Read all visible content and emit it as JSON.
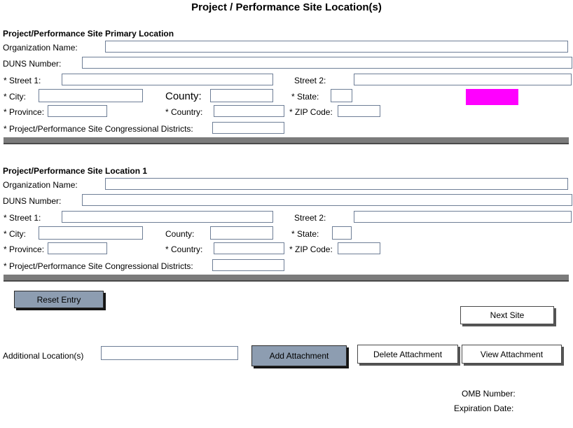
{
  "title": "Project / Performance Site Location(s)",
  "sections": [
    {
      "heading": "Project/Performance Site Primary Location"
    },
    {
      "heading": "Project/Performance Site Location 1"
    }
  ],
  "labels": {
    "organization_name": "Organization Name:",
    "duns_number": "DUNS Number:",
    "street1": "* Street 1:",
    "street2": "Street 2:",
    "city": "* City:",
    "county": "County:",
    "state": "* State:",
    "province": "* Province:",
    "country": "* Country:",
    "zip_code": "* ZIP Code:",
    "congressional_districts": "* Project/Performance Site Congressional Districts:"
  },
  "inputs": {
    "organization_name": "",
    "duns_number": "",
    "street1": "",
    "street2": "",
    "city": "",
    "county": "",
    "state": "",
    "province": "",
    "country": "",
    "zip_code": "",
    "congressional_districts": "",
    "additional_locations": ""
  },
  "buttons": {
    "reset_entry": "Reset Entry",
    "next_site": "Next Site",
    "add_attachment": "Add Attachment",
    "delete_attachment": "Delete Attachment",
    "view_attachment": "View Attachment"
  },
  "additional_locations": {
    "label": "Additional Location(s)"
  },
  "footer": {
    "omb_number_label": "OMB Number:",
    "expiration_date_label": "Expiration Date:"
  },
  "colors": {
    "input_border": "#6e7e96",
    "section_bar": "#7b7b7b",
    "highlight": "#ff00ff",
    "button_fill": "#8d9db1"
  }
}
